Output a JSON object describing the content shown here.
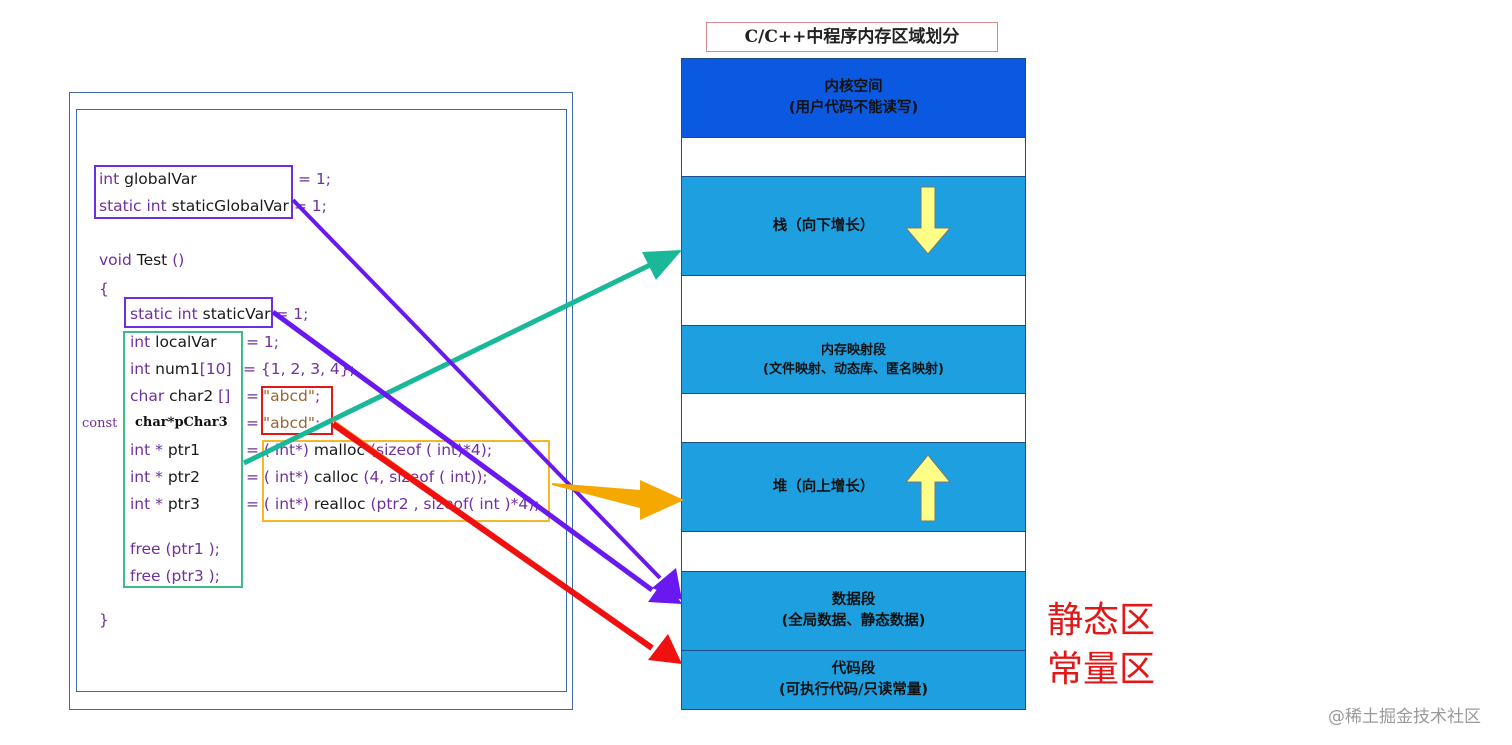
{
  "title": "C/C++中程序内存区域划分",
  "code": {
    "line_global_a": "int",
    "line_global_b": " globalVar",
    "line_global_c": "= 1;",
    "line_sg_a": "static int",
    "line_sg_b": " staticGlobalVar",
    "line_sg_c": " = 1;",
    "line_void_a": "void",
    "line_void_b": " Test ",
    "line_void_c": "()",
    "brace_open": "{",
    "line_sv_a": "static int",
    "line_sv_b": " staticVar",
    "line_sv_c": " = 1;",
    "line_lv_a": "int",
    "line_lv_b": " localVar",
    "line_lv_c": "= 1;",
    "line_num_a": "int",
    "line_num_b": " num1",
    "line_num_c": "[10]",
    "line_num_d": "= {1, 2, 3, 4};",
    "line_c2_a": "char",
    "line_c2_b": " char2 ",
    "line_c2_c": "[]",
    "line_c2_d": "=",
    "line_c2_e": "\"abcd\"",
    "line_c2_f": ";",
    "const_kw": "const",
    "line_pc_b": "char*pChar3",
    "line_pc_d": "=",
    "line_pc_e": "\"abcd\"",
    "line_pc_f": ";",
    "line_p1_a": "int * ",
    "line_p1_b": "ptr1",
    "line_p1_c": "= ( int*) ",
    "line_p1_d": "malloc ",
    "line_p1_e": "(sizeof ( int)*4);",
    "line_p2_a": "int * ",
    "line_p2_b": "ptr2",
    "line_p2_c": "= ( int*) ",
    "line_p2_d": "calloc ",
    "line_p2_e": "(4, sizeof ( int));",
    "line_p3_a": "int * ",
    "line_p3_b": "ptr3",
    "line_p3_c": "= ( int*) ",
    "line_p3_d": "realloc ",
    "line_p3_e": "(ptr2 , sizeof( int )*4);",
    "line_f1_a": "free ",
    "line_f1_b": "(ptr1 );",
    "line_f3_a": "free ",
    "line_f3_b": "(ptr3 );",
    "brace_close": "}"
  },
  "segments": {
    "kernel_l1": "内核空间",
    "kernel_l2": "(用户代码不能读写)",
    "stack": "栈（向下增长）",
    "mmap_l1": "内存映射段",
    "mmap_l2": "(文件映射、动态库、匿名映射)",
    "heap": "堆（向上增长）",
    "data_l1": "数据段",
    "data_l2": "(全局数据、静态数据)",
    "code_l1": "代码段",
    "code_l2": "(可执行代码/只读常量)"
  },
  "side_labels": {
    "static_area": "静态区",
    "const_area": "常量区"
  },
  "watermark": "@稀土掘金技术社区",
  "colors": {
    "purple_box": "#6a2fe0",
    "green_box": "#3dbb8a",
    "red_box": "#e01818",
    "orange_box": "#f5b62a",
    "teal_arrow": "#19b899",
    "purple_arrow": "#6a18f0",
    "orange_arrow": "#f5a800",
    "red_arrow": "#f01010",
    "kernel": "#0a59e0",
    "segment_blue": "#1e9fe0",
    "growth_arrow": "#ffff88"
  }
}
